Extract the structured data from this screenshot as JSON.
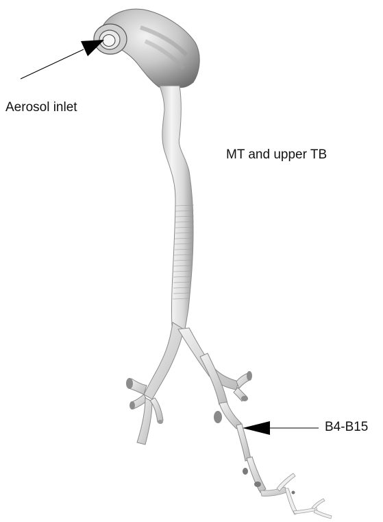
{
  "labels": {
    "inlet": "Aerosol inlet",
    "mt_upper_tb": "MT and upper TB",
    "bronchi": "B4-B15"
  },
  "colors": {
    "airway_fill": "#e6e6e6",
    "airway_edge": "#8a8a8a",
    "shadow": "#7a7a7a",
    "arrow": "#000000",
    "text": "#111111"
  },
  "icons": {
    "inlet_pointer": "arrow-icon",
    "bronchi_pointer": "arrow-icon"
  }
}
